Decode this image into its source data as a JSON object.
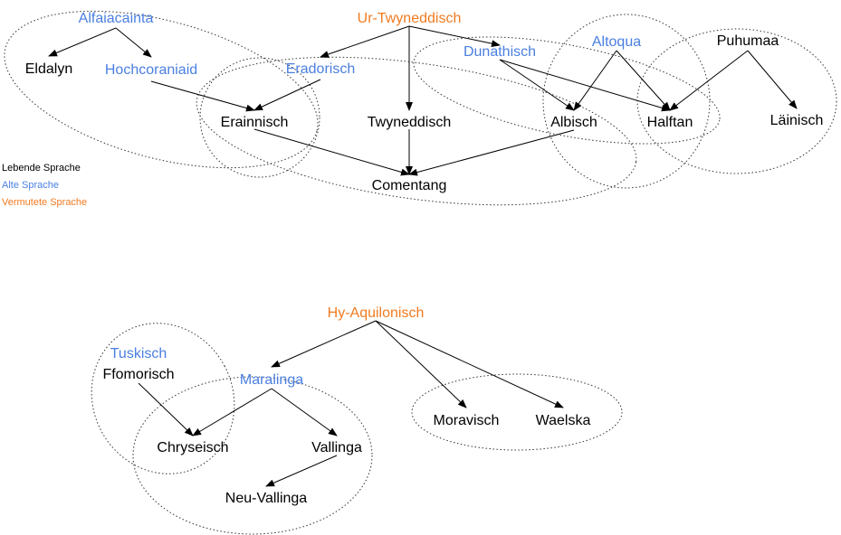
{
  "colors": {
    "living": "#000000",
    "old": "#4a7fe0",
    "presumed": "#f07b20"
  },
  "legend": {
    "living": "Lebende Sprache",
    "old": "Alte Sprache",
    "presumed": "Vermutete Sprache"
  },
  "nodes": [
    {
      "id": "alfaiacainta",
      "label": "Alfaiacainta",
      "kind": "old"
    },
    {
      "id": "eldalyn",
      "label": "Eldalyn",
      "kind": "living"
    },
    {
      "id": "hochcoraniaid",
      "label": "Hochcoraniaid",
      "kind": "old"
    },
    {
      "id": "ur-twyneddisch",
      "label": "Ur-Twyneddisch",
      "kind": "presumed"
    },
    {
      "id": "eradorisch",
      "label": "Eradorisch",
      "kind": "old"
    },
    {
      "id": "dunathisch",
      "label": "Dunathisch",
      "kind": "old"
    },
    {
      "id": "altoqua",
      "label": "Altoqua",
      "kind": "old"
    },
    {
      "id": "puhumaa",
      "label": "Puhumaa",
      "kind": "living"
    },
    {
      "id": "erainnisch",
      "label": "Erainnisch",
      "kind": "living"
    },
    {
      "id": "twyneddisch",
      "label": "Twyneddisch",
      "kind": "living"
    },
    {
      "id": "albisch",
      "label": "Albisch",
      "kind": "living"
    },
    {
      "id": "halftan",
      "label": "Halftan",
      "kind": "living"
    },
    {
      "id": "lainisch",
      "label": "Läinisch",
      "kind": "living"
    },
    {
      "id": "comentang",
      "label": "Comentang",
      "kind": "living"
    },
    {
      "id": "hy-aquilonisch",
      "label": "Hy-Aquilonisch",
      "kind": "presumed"
    },
    {
      "id": "tuskisch",
      "label": "Tuskisch",
      "kind": "old"
    },
    {
      "id": "ffomorisch",
      "label": "Ffomorisch",
      "kind": "living"
    },
    {
      "id": "maralinga",
      "label": "Maralinga",
      "kind": "old"
    },
    {
      "id": "moravisch",
      "label": "Moravisch",
      "kind": "living"
    },
    {
      "id": "waelska",
      "label": "Waelska",
      "kind": "living"
    },
    {
      "id": "chryseisch",
      "label": "Chryseisch",
      "kind": "living"
    },
    {
      "id": "vallinga",
      "label": "Vallinga",
      "kind": "living"
    },
    {
      "id": "neu-vallinga",
      "label": "Neu-Vallinga",
      "kind": "living"
    }
  ],
  "edges": [
    {
      "from": "alfaiacainta",
      "to": "eldalyn"
    },
    {
      "from": "alfaiacainta",
      "to": "hochcoraniaid"
    },
    {
      "from": "hochcoraniaid",
      "to": "erainnisch"
    },
    {
      "from": "eradorisch",
      "to": "erainnisch"
    },
    {
      "from": "ur-twyneddisch",
      "to": "eradorisch"
    },
    {
      "from": "ur-twyneddisch",
      "to": "twyneddisch"
    },
    {
      "from": "ur-twyneddisch",
      "to": "dunathisch"
    },
    {
      "from": "dunathisch",
      "to": "albisch"
    },
    {
      "from": "dunathisch",
      "to": "halftan"
    },
    {
      "from": "altoqua",
      "to": "albisch"
    },
    {
      "from": "altoqua",
      "to": "halftan"
    },
    {
      "from": "puhumaa",
      "to": "halftan"
    },
    {
      "from": "puhumaa",
      "to": "lainisch"
    },
    {
      "from": "erainnisch",
      "to": "comentang"
    },
    {
      "from": "twyneddisch",
      "to": "comentang"
    },
    {
      "from": "albisch",
      "to": "comentang"
    },
    {
      "from": "hy-aquilonisch",
      "to": "maralinga"
    },
    {
      "from": "hy-aquilonisch",
      "to": "moravisch"
    },
    {
      "from": "hy-aquilonisch",
      "to": "waelska"
    },
    {
      "from": "ffomorisch",
      "to": "chryseisch"
    },
    {
      "from": "maralinga",
      "to": "chryseisch"
    },
    {
      "from": "maralinga",
      "to": "vallinga"
    },
    {
      "from": "vallinga",
      "to": "neu-vallinga"
    }
  ]
}
